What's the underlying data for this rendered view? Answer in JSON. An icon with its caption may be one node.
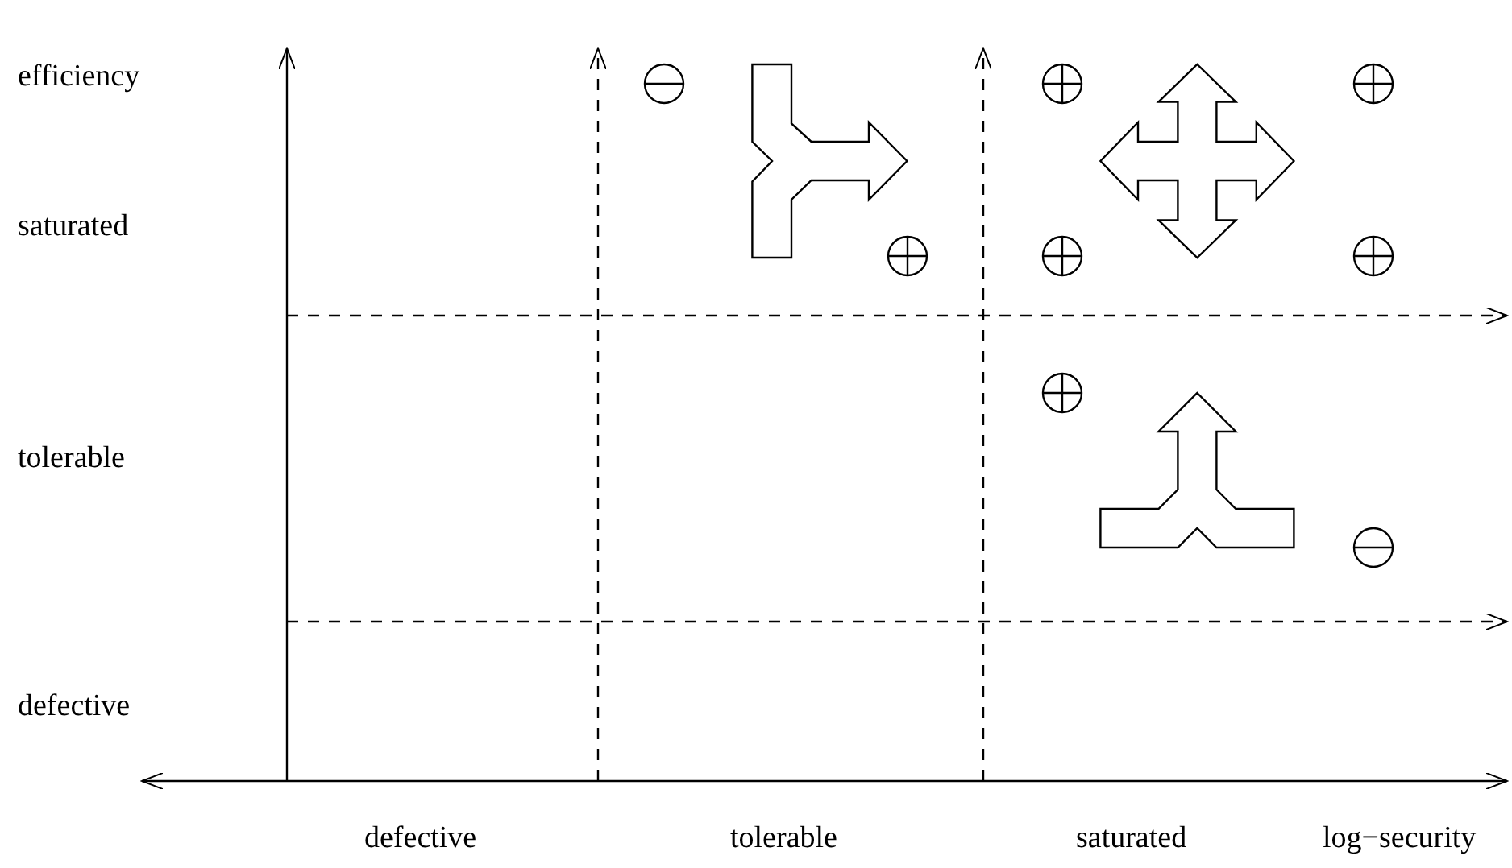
{
  "diagram": {
    "labels": [
      "efficiency",
      "saturated",
      "tolerable",
      "defective",
      "defective",
      "tolerable",
      "saturated",
      "log−security"
    ]
  }
}
